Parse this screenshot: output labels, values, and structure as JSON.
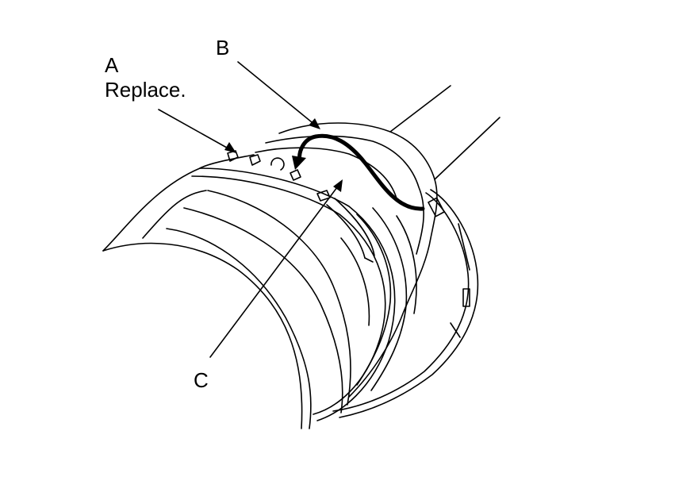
{
  "callouts": {
    "a": {
      "letter": "A",
      "note": "Replace."
    },
    "b": {
      "letter": "B"
    },
    "c": {
      "letter": "C"
    }
  },
  "colors": {
    "ink": "#000000",
    "paper": "#ffffff"
  }
}
